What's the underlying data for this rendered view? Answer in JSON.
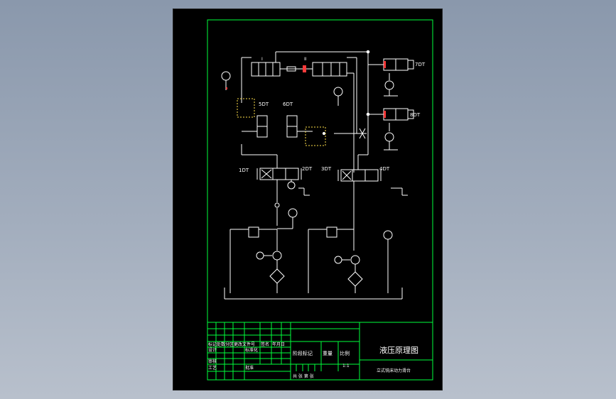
{
  "drawing": {
    "title": "液压原理图",
    "subtitle": "立式铣床动力滑台",
    "scale": "1:1",
    "colors": {
      "background": "#000000",
      "border": "#00ff3c",
      "lines": "#ffffff",
      "accent": "#ff3b3b",
      "dashed": "#ffe04a"
    }
  },
  "solenoids": {
    "s1": "1DT",
    "s2": "2DT",
    "s3": "3DT",
    "s4": "4DT",
    "s5": "5DT",
    "s6": "6DT",
    "s7": "7DT",
    "s8": "8DT"
  },
  "labels": {
    "cylinder_a": "I",
    "cylinder_b": "II"
  },
  "title_block": {
    "h_mark": "标记",
    "h_count": "处数",
    "h_zone": "分区",
    "h_doc": "更改文件号",
    "h_sign": "签名",
    "h_date": "年月日",
    "h_design": "设计",
    "h_std": "标准化",
    "h_review": "审核",
    "h_process": "工艺",
    "h_approve": "批准",
    "h_stage": "阶段标记",
    "h_weight": "重量",
    "h_ratio": "比例",
    "h_sheet": "共 张 第 张"
  }
}
